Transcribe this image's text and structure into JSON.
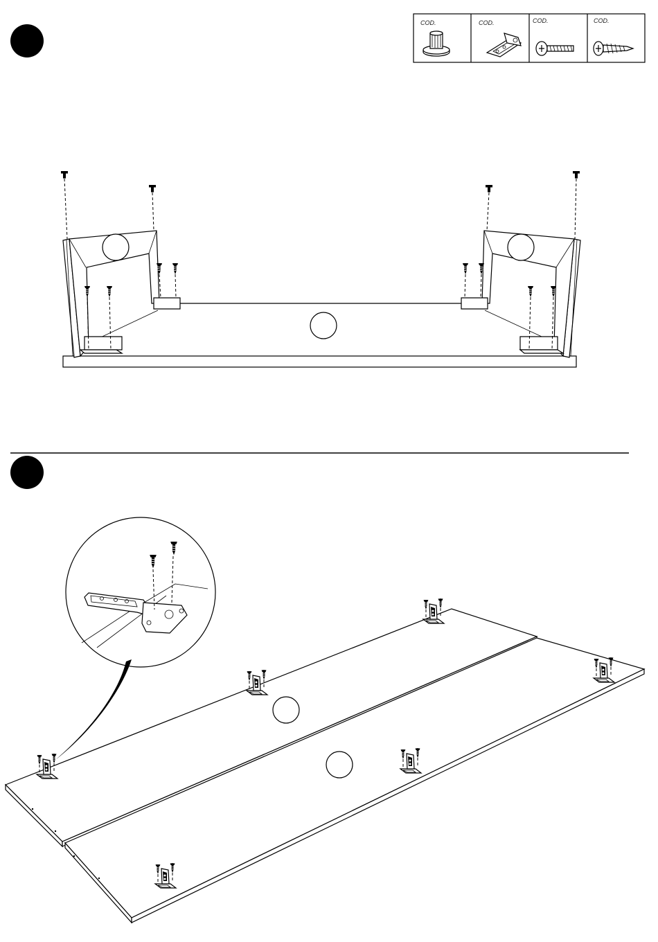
{
  "steps": [
    {
      "badge": "step-1"
    },
    {
      "badge": "step-2"
    }
  ],
  "parts_legend": [
    {
      "label": "COD.",
      "icon": "leveling-foot-icon"
    },
    {
      "label": "COD.",
      "icon": "hinge-icon"
    },
    {
      "label": "COD.",
      "icon": "machine-screw-icon"
    },
    {
      "label": "COD.",
      "icon": "wood-screw-icon"
    }
  ],
  "colors": {
    "ink": "#000000",
    "paper": "#ffffff"
  }
}
